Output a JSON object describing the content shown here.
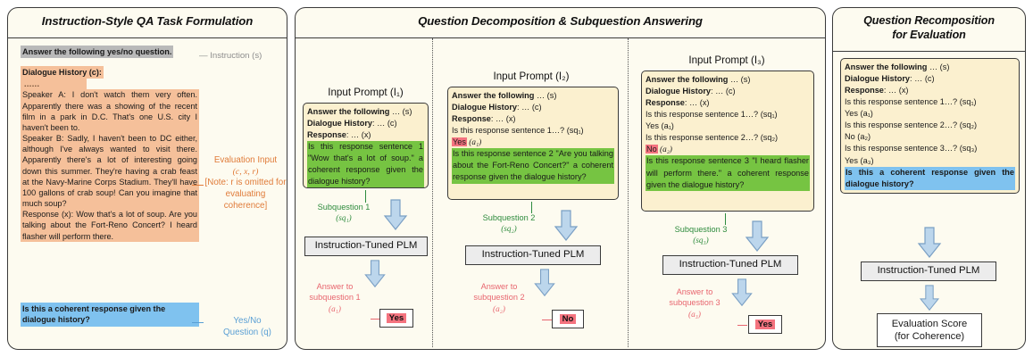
{
  "panels": {
    "left": {
      "title": "Instruction-Style QA Task Formulation",
      "instruction_text": "Answer the following yes/no question.",
      "instruction_annotation": "— Instruction (s)",
      "dialogue_header": "Dialogue History (c):",
      "dialogue_dots": "......",
      "speaker_a": "Speaker A: I don't watch them very often. Apparently there was a showing of the recent film in a park in D.C. That's one U.S. city I haven't been to.",
      "speaker_b": "Speaker B: Sadly, I haven't been to DC either, although I've always wanted to visit there. Apparently there's a lot of interesting going down this summer. They're having a crab feast at the Navy-Marine Corps Stadium. They'll have 100 gallons of crab soup! Can you imagine that much soup?",
      "response": "Response (x): Wow that's a lot of soup. Are you talking about the Fort-Reno Concert? I heard flasher will perform there.",
      "question": "Is this a coherent response given the dialogue history?",
      "eval_input_label": "Evaluation Input",
      "eval_input_symbols": "(c, x, r)",
      "eval_input_note": "[Note: r is omitted for evaluating coherence]",
      "question_label_line1": "Yes/No",
      "question_label_line2": "Question (q)"
    },
    "middle": {
      "title": "Question Decomposition & Subquestion Answering",
      "columns": [
        {
          "prompt_title": "Input Prompt (I₁)",
          "lines": [
            {
              "bold": "Answer the following",
              "rest": " … (s)"
            },
            {
              "bold": "Dialogue History",
              "rest": ": … (c)"
            },
            {
              "bold": "Response",
              "rest": ": … (x)"
            }
          ],
          "highlight_green": "Is this response sentence 1 \"Wow that's a lot of soup.\" a coherent response given the dialogue history?",
          "sq_label_line1": "Subquestion 1",
          "sq_label_line2": "(sq₁)",
          "plm": "Instruction-Tuned PLM",
          "answer_label_line1": "Answer to",
          "answer_label_line2": "subquestion 1",
          "answer_label_line3": "(a₁)",
          "answer_value": "Yes"
        },
        {
          "prompt_title": "Input Prompt (I₂)",
          "lines": [
            {
              "bold": "Answer the following",
              "rest": " … (s)"
            },
            {
              "bold": "Dialogue History",
              "rest": ": … (c)"
            },
            {
              "bold": "Response",
              "rest": ": … (x)"
            }
          ],
          "prior_question": "Is this response sentence 1…? (sq₁)",
          "prior_answer": "Yes",
          "prior_answer_tag": " (a₁)",
          "highlight_green": "Is this response sentence 2 \"Are you talking about the Fort-Reno Concert?\" a coherent response given the dialogue history?",
          "sq_label_line1": "Subquestion 2",
          "sq_label_line2": "(sq₂)",
          "plm": "Instruction-Tuned PLM",
          "answer_label_line1": "Answer to",
          "answer_label_line2": "subquestion 2",
          "answer_label_line3": "(a₂)",
          "answer_value": "No"
        },
        {
          "prompt_title": "Input Prompt (I₃)",
          "lines": [
            {
              "bold": "Answer the following",
              "rest": " … (s)"
            },
            {
              "bold": "Dialogue History",
              "rest": ": … (c)"
            },
            {
              "bold": "Response",
              "rest": ": … (x)"
            }
          ],
          "prior_question_1": "Is this response sentence 1…? (sq₁)",
          "prior_answer_1": "Yes (a₁)",
          "prior_question_2": "Is this response sentence 2…? (sq₂)",
          "prior_answer_2": "No",
          "prior_answer_2_tag": " (a₂)",
          "highlight_green": "Is this response sentence 3 \"I heard flasher will perform there.\" a coherent response given the dialogue history?",
          "sq_label_line1": "Subquestion 3",
          "sq_label_line2": "(sq₃)",
          "plm": "Instruction-Tuned PLM",
          "answer_label_line1": "Answer to",
          "answer_label_line2": "subquestion 3",
          "answer_label_line3": "(a₃)",
          "answer_value": "Yes"
        }
      ]
    },
    "right": {
      "title_line1": "Question Recomposition",
      "title_line2": "for Evaluation",
      "lines": [
        {
          "bold": "Answer the following",
          "rest": " … (s)"
        },
        {
          "bold": "Dialogue History",
          "rest": ": … (c)"
        },
        {
          "bold": "Response",
          "rest": ": … (x)"
        }
      ],
      "qa_lines": [
        "Is this response sentence 1…? (sq₁)",
        "Yes (a₁)",
        "Is this response sentence 2…? (sq₂)",
        "No (a₂)",
        "Is this response sentence 3…? (sq₃)",
        "Yes (a₃)"
      ],
      "final_question": "Is this a coherent response given the dialogue history?",
      "plm": "Instruction-Tuned PLM",
      "score_line1": "Evaluation Score",
      "score_line2": "(for Coherence)"
    }
  },
  "colors": {
    "panel_bg": "#fdfbf0",
    "prompt_bg": "#fbf0cf",
    "highlight_green": "#76c442",
    "highlight_orange": "#f5c09a",
    "highlight_blue": "#7fc2ef",
    "highlight_pink": "#f4737f",
    "highlight_gray": "#b9b9b9",
    "arrow_fill": "#bcd6ec",
    "plm_bg": "#ececec",
    "green_text": "#2e8b3d",
    "red_text": "#e8666f",
    "orange_text": "#e07b39",
    "blue_text": "#5a9fd4"
  }
}
